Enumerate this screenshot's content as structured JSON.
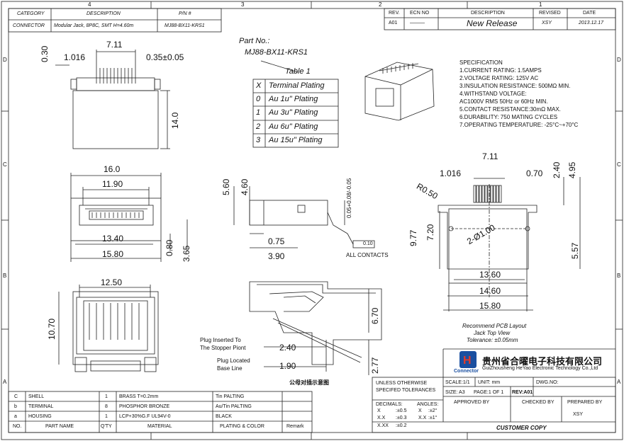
{
  "zones": {
    "top": [
      "4",
      "3",
      "2",
      "1"
    ],
    "side": [
      "D",
      "C",
      "B",
      "A"
    ]
  },
  "header": {
    "category_label": "CATEGORY",
    "description_label": "DESCRIPTION",
    "pn_label": "P/N #",
    "category": "CONNECTOR",
    "description": "Modular Jack, 8P8C, SMT H=4.60m",
    "pn": "MJ88-BX11-KRS1"
  },
  "revision": {
    "headers": [
      "REV.",
      "ECN NO",
      "DESCRIPTION",
      "REVISED",
      "DATE"
    ],
    "row": [
      "A01",
      "———",
      "New Release",
      "XSY",
      "2013.12.17"
    ]
  },
  "part_no": {
    "label": "Part No.:",
    "value": "MJ88-BX11-KRS1",
    "table_title": "Table 1",
    "rows": [
      [
        "X",
        "Terminal Plating"
      ],
      [
        "0",
        "Au 1u\" Plating"
      ],
      [
        "1",
        "Au 3u\" Plating"
      ],
      [
        "2",
        "Au 6u\" Plating"
      ],
      [
        "3",
        "Au 15u\" Plating"
      ]
    ]
  },
  "specification": {
    "title": "SPECIFICATION",
    "lines": [
      "1.CURRENT RATING: 1.5AMPS",
      "2.VOLTAGE RATING: 125V AC",
      "3.INSULATION RESISTANCE: 500MΩ MIN.",
      "4.WITHSTAND VOLTAGE:",
      "AC1000V RMS 50Hz or 60Hz MIN.",
      "5.CONTACT RESISTANCE:30mΩ MAX.",
      "6.DURABILITY: 750 MATING CYCLES",
      "7.OPERATING TEMPERATURE: -25°C~+70°C"
    ]
  },
  "dims": {
    "top_view": {
      "pin_width": "7.11",
      "pitch": "1.016",
      "pin_size": "0.35±0.05",
      "tip": "0.30",
      "height": "14.0"
    },
    "front_view": {
      "width": "16.0",
      "inner": "11.90",
      "slot": "13.40",
      "base": "15.80",
      "h1": "0.80",
      "h2": "3.65"
    },
    "bottom_view": {
      "width": "12.50",
      "height": "10.70"
    },
    "side_view": {
      "h1": "5.60",
      "h2": "4.60",
      "tol": "0.05+0.08/-0.05",
      "d1": "0.75",
      "d2": "3.90",
      "coplanarity": "0.10",
      "contacts": "ALL CONTACTS"
    },
    "section_view": {
      "h": "6.70",
      "d1": "2.40",
      "d2": "1.90",
      "d3": "2.77"
    },
    "pcb": {
      "pitch": "1.016",
      "span": "7.11",
      "d1": "0.70",
      "d2": "2.40",
      "d3": "4.95",
      "radius": "R0.50",
      "h1": "9.77",
      "h2": "7.20",
      "hole": "2-Ø1.00",
      "h3": "5.57",
      "w1": "13.60",
      "w2": "14.60",
      "w3": "15.80"
    }
  },
  "notes": {
    "plug_inserted": [
      "Plug Inserted To",
      "The Stopper Piont"
    ],
    "plug_located": [
      "Plug Located",
      "Base Line"
    ],
    "diagram_caption": "公母对插示意图",
    "pcb_caption": [
      "Recommend PCB Layout",
      "Jack Top View",
      "Tolerance: ±0.05mm"
    ]
  },
  "bom": {
    "rows": [
      [
        "C",
        "SHELL",
        "1",
        "BRASS T=0.2mm",
        "Tin PALTING"
      ],
      [
        "b",
        "TERMINAL",
        "8",
        "PHOSPHOR BRONZE",
        "Au/Tin PALTING"
      ],
      [
        "a",
        "HOUSING",
        "1",
        "LCP+30%G.F UL94V-0",
        "BLACK"
      ]
    ],
    "headers": [
      "NO.",
      "PART NAME",
      "Q'TY",
      "MATERIAL",
      "PLATING & COLOR",
      "Remark"
    ]
  },
  "titleblock": {
    "company_cn": "贵州省合曜电子科技有限公司",
    "company_en": "GuiZhousheng HeYao Electronic Technology Co.,Ltd",
    "logo_word": "Connector",
    "unless": "UNLESS OTHERWISE",
    "specified": "SPECIFED TOLERANCES",
    "scale": "SCALE:1/1",
    "unit": "UNIT: mm",
    "dwg_no": "DWG.NO:",
    "size": "SIZE: A3",
    "page": "PAGE:1 OF 1",
    "rev": "REV:A01",
    "decimals": "DECIMALS:",
    "angles": "ANGLES:",
    "tol_lines": [
      [
        "X",
        ":±0.5",
        "X",
        ":±2°"
      ],
      [
        "X.X",
        ":±0.3",
        "X.X",
        ":±1°"
      ],
      [
        "X.XX",
        ":±0.2",
        "",
        ""
      ]
    ],
    "approved_by": "APPROVED BY",
    "checked_by": "CHECKED BY",
    "prepared_by": "PREPARED BY",
    "preparer": "XSY",
    "customer_copy": "CUSTOMER COPY"
  }
}
